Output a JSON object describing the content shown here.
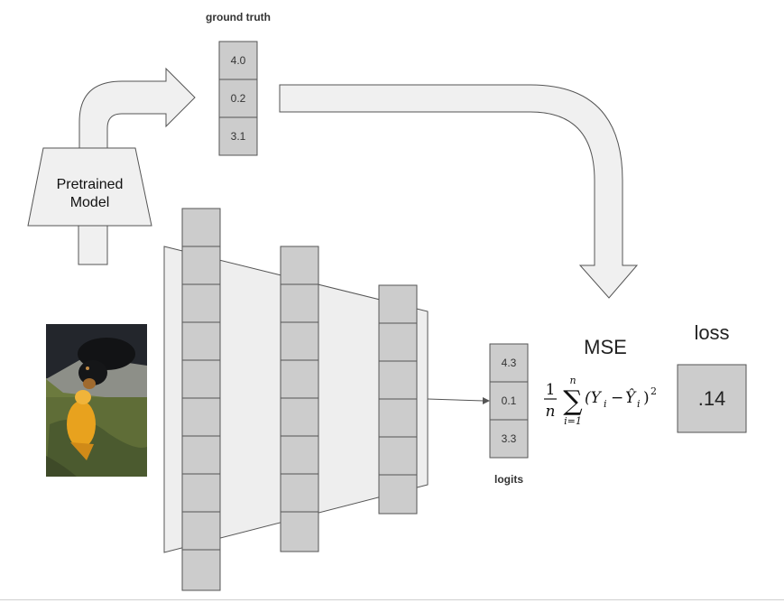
{
  "ground_truth": {
    "label": "ground truth",
    "values": [
      "4.0",
      "0.2",
      "3.1"
    ]
  },
  "model": {
    "line1": "Pretrained",
    "line2": "Model"
  },
  "logits": {
    "label": "logits",
    "values": [
      "4.3",
      "0.1",
      "3.3"
    ]
  },
  "mse": {
    "label": "MSE",
    "formula": {
      "fraction_num": "1",
      "fraction_den": "n",
      "sum_upper": "n",
      "sum_lower": "i=1",
      "sum_symbol": "∑",
      "body": "(Y",
      "sub_i": "i",
      "minus": "−",
      "yhat": "Ŷ",
      "close": ")",
      "power": "2"
    }
  },
  "loss": {
    "label": "loss",
    "value": ".14"
  },
  "colors": {
    "cell_fill": "#cccccc",
    "arrow_fill": "#f0f0f0",
    "stroke": "#555555",
    "funnel_fill": "#eeeeee"
  },
  "icons": [
    "kissing-dog-and-koi-photo"
  ]
}
